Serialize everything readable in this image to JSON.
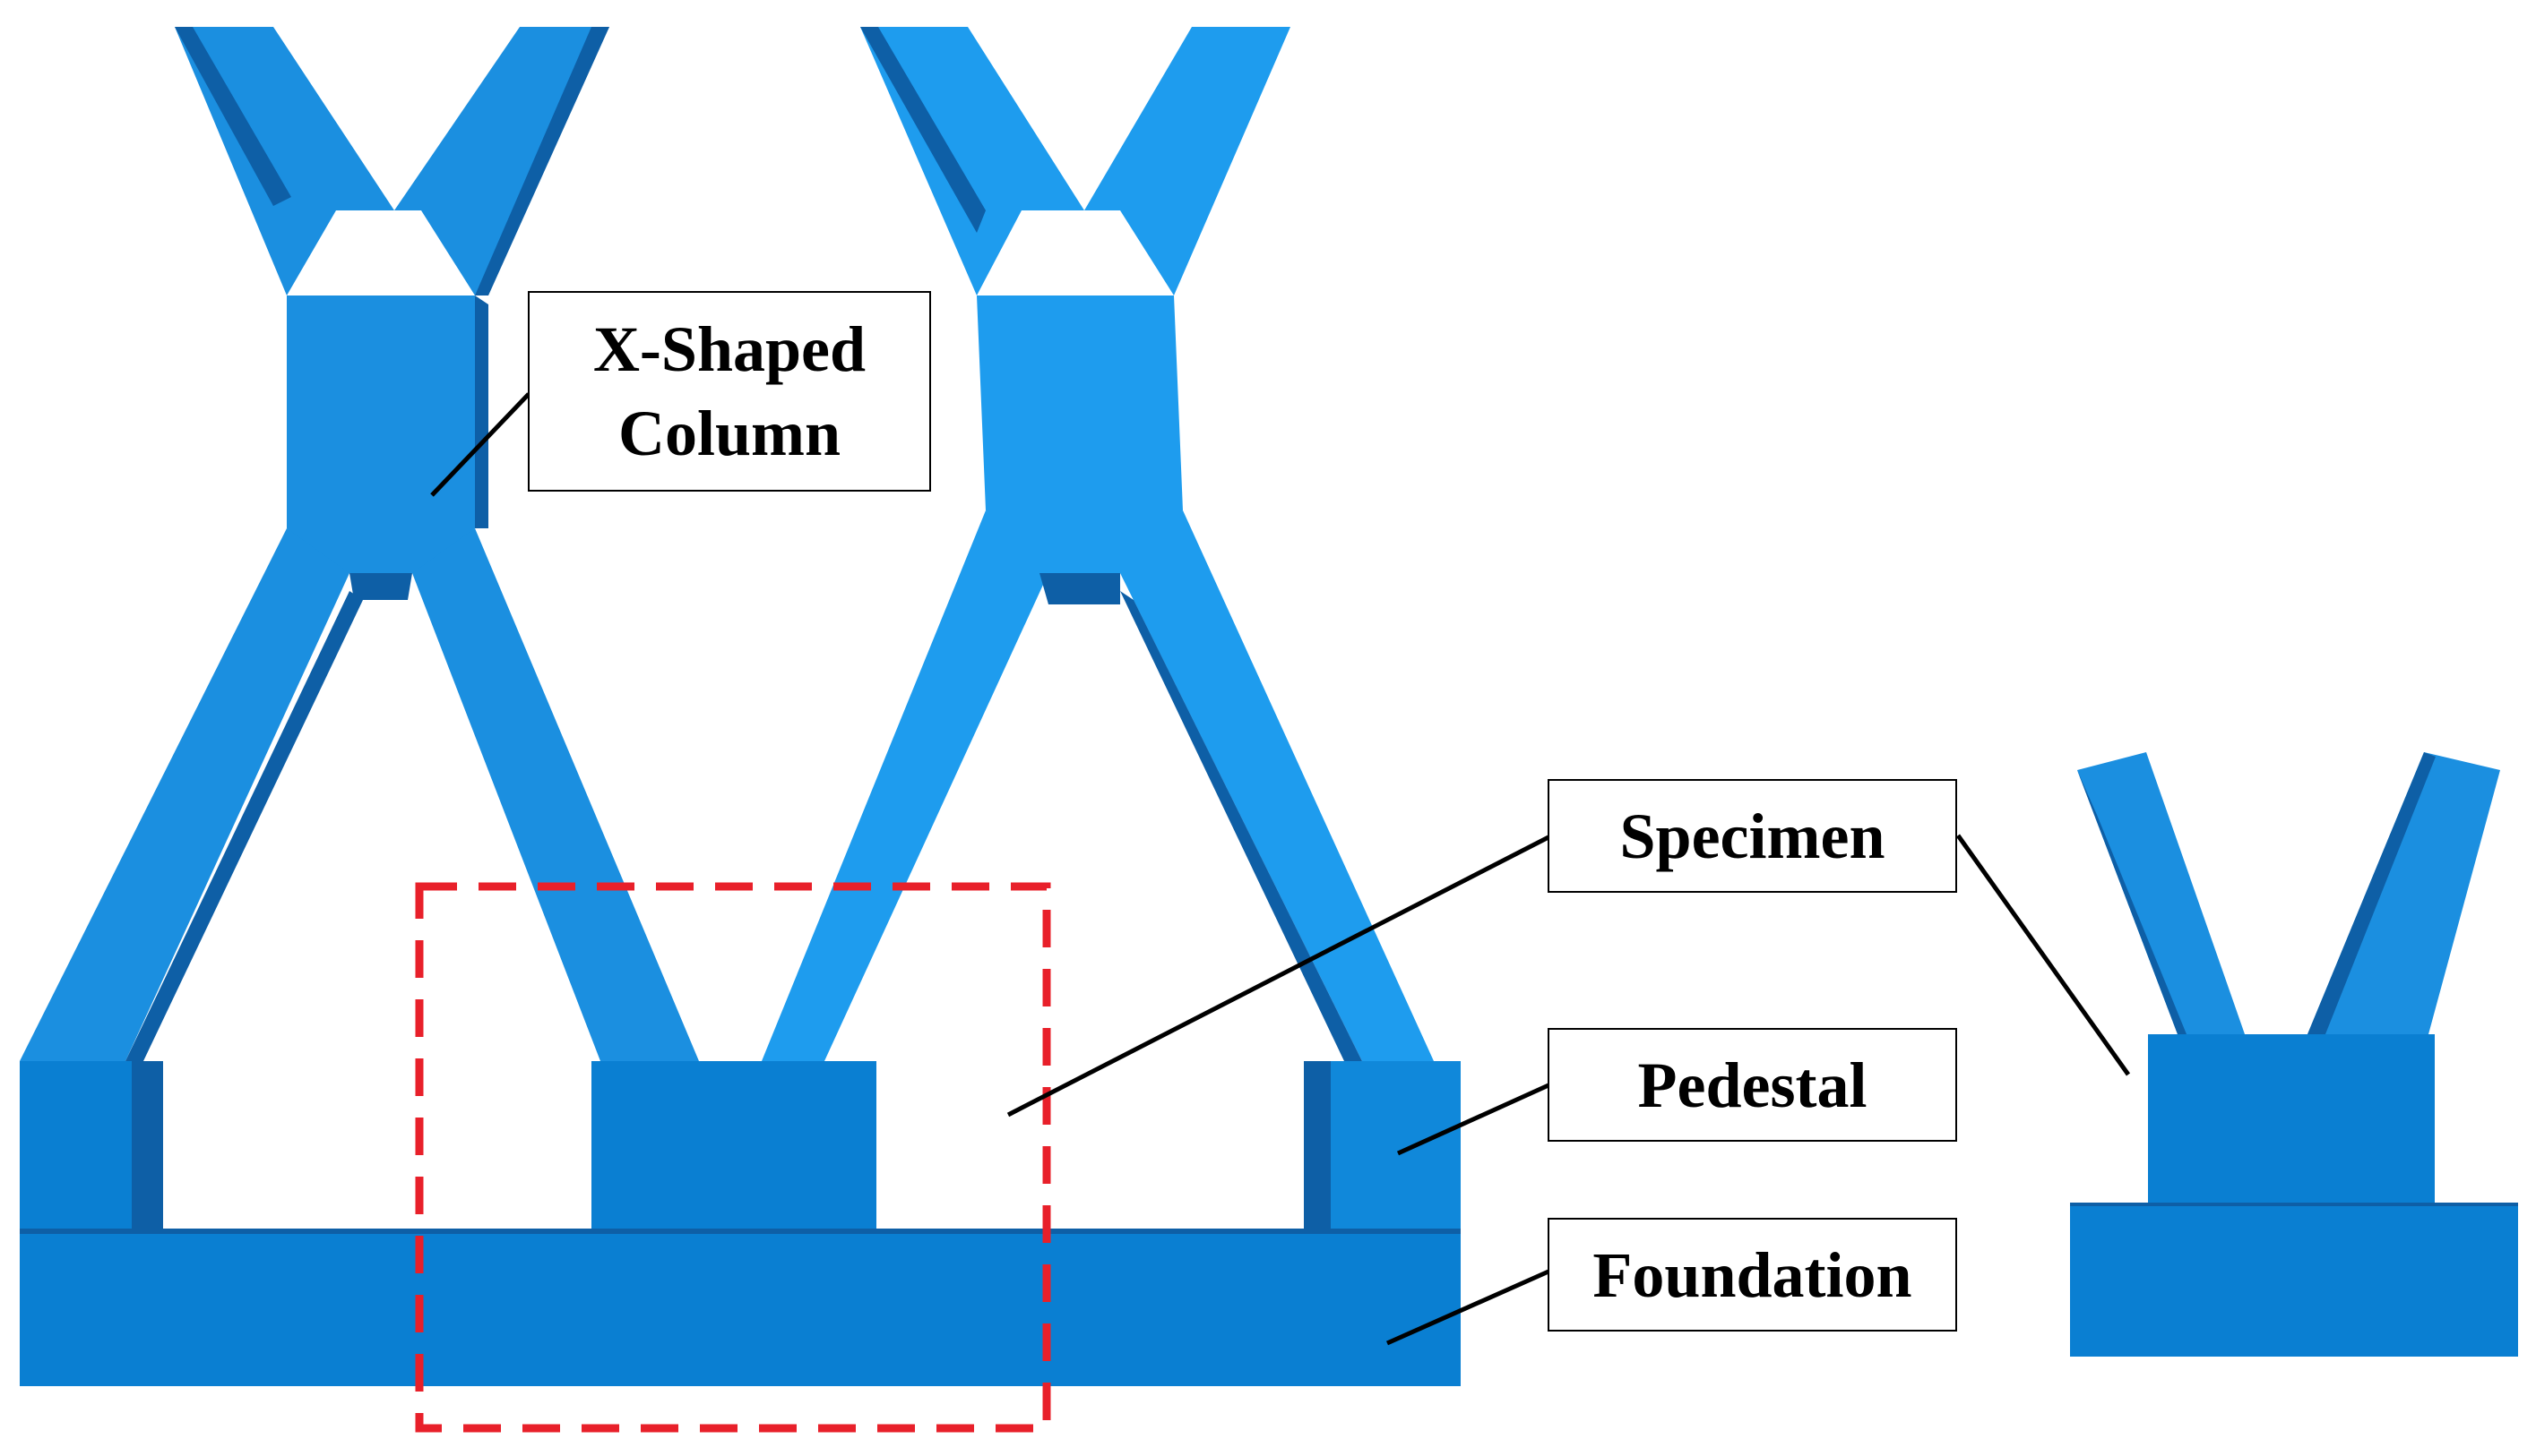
{
  "labels": {
    "column_line1": "X-Shaped",
    "column_line2": "Column",
    "specimen": "Specimen",
    "pedestal": "Pedestal",
    "foundation": "Foundation"
  },
  "colors": {
    "face": "#1E96E8",
    "face_dark": "#0A7FD2",
    "side": "#0E5FA6",
    "edge": "#0B3C6E",
    "highlight_box": "#E8202A",
    "leader": "#000000"
  }
}
